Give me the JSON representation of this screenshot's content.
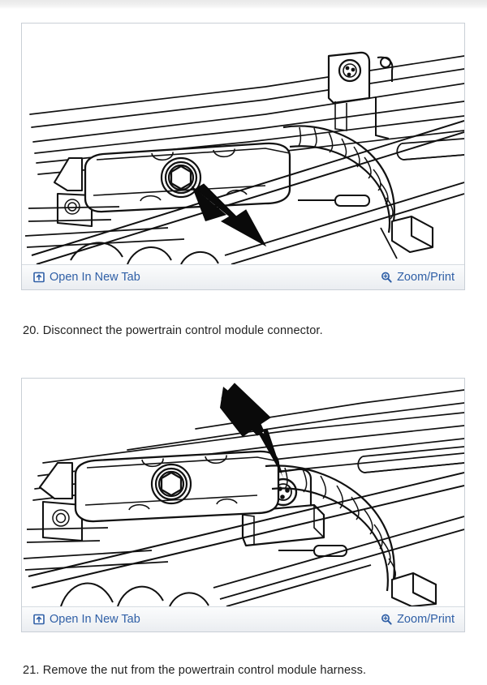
{
  "page": {
    "background_color": "#ffffff",
    "link_color": "#2f5fa6",
    "text_color": "#222222",
    "frame_border_color": "#c9cfd6"
  },
  "figures": [
    {
      "id": "figure-1",
      "caption_alt": "Powertrain control module connector location diagram",
      "footer": {
        "open_new_tab": {
          "label": "Open In New Tab",
          "icon": "open-in-new-tab-icon"
        },
        "zoom_print": {
          "label": "Zoom/Print",
          "icon": "magnifier-plus-icon"
        }
      }
    },
    {
      "id": "figure-2",
      "caption_alt": "Powertrain control module harness nut location diagram",
      "footer": {
        "open_new_tab": {
          "label": "Open In New Tab",
          "icon": "open-in-new-tab-icon"
        },
        "zoom_print": {
          "label": "Zoom/Print",
          "icon": "magnifier-plus-icon"
        }
      }
    }
  ],
  "steps": [
    {
      "number": "20.",
      "text": "20. Disconnect the powertrain control module connector."
    },
    {
      "number": "21.",
      "text": "21. Remove the nut from the powertrain control module harness."
    }
  ]
}
